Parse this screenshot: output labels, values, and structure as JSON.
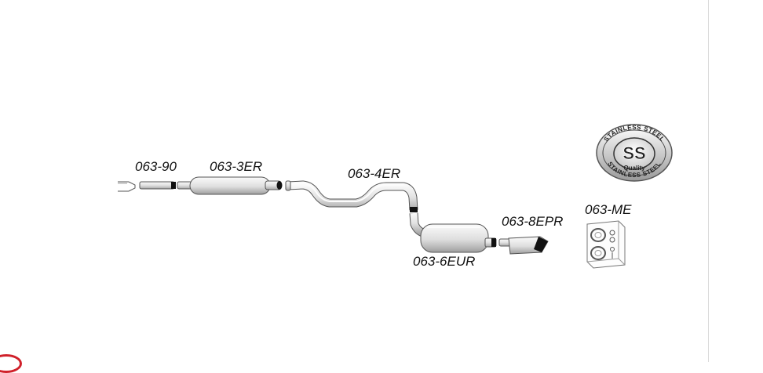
{
  "diagram": {
    "labels": {
      "p_063_90": "063-90",
      "p_063_3er": "063-3ER",
      "p_063_4er": "063-4ER",
      "p_063_6eur": "063-6EUR",
      "p_063_8epr": "063-8EPR",
      "p_063_me": "063-ME"
    },
    "badge": {
      "text_top": "STAINLESS STEEL",
      "monogram": "SS",
      "subtext": "Quality",
      "text_bottom": "STAINLESS STEEL"
    }
  },
  "colors": {
    "outline": "#555555",
    "metal_light": "#f4f4f4",
    "metal_mid": "#d4d4d4",
    "metal_dark": "#9a9a9a",
    "black": "#111111",
    "accent_red": "#d0202a"
  }
}
